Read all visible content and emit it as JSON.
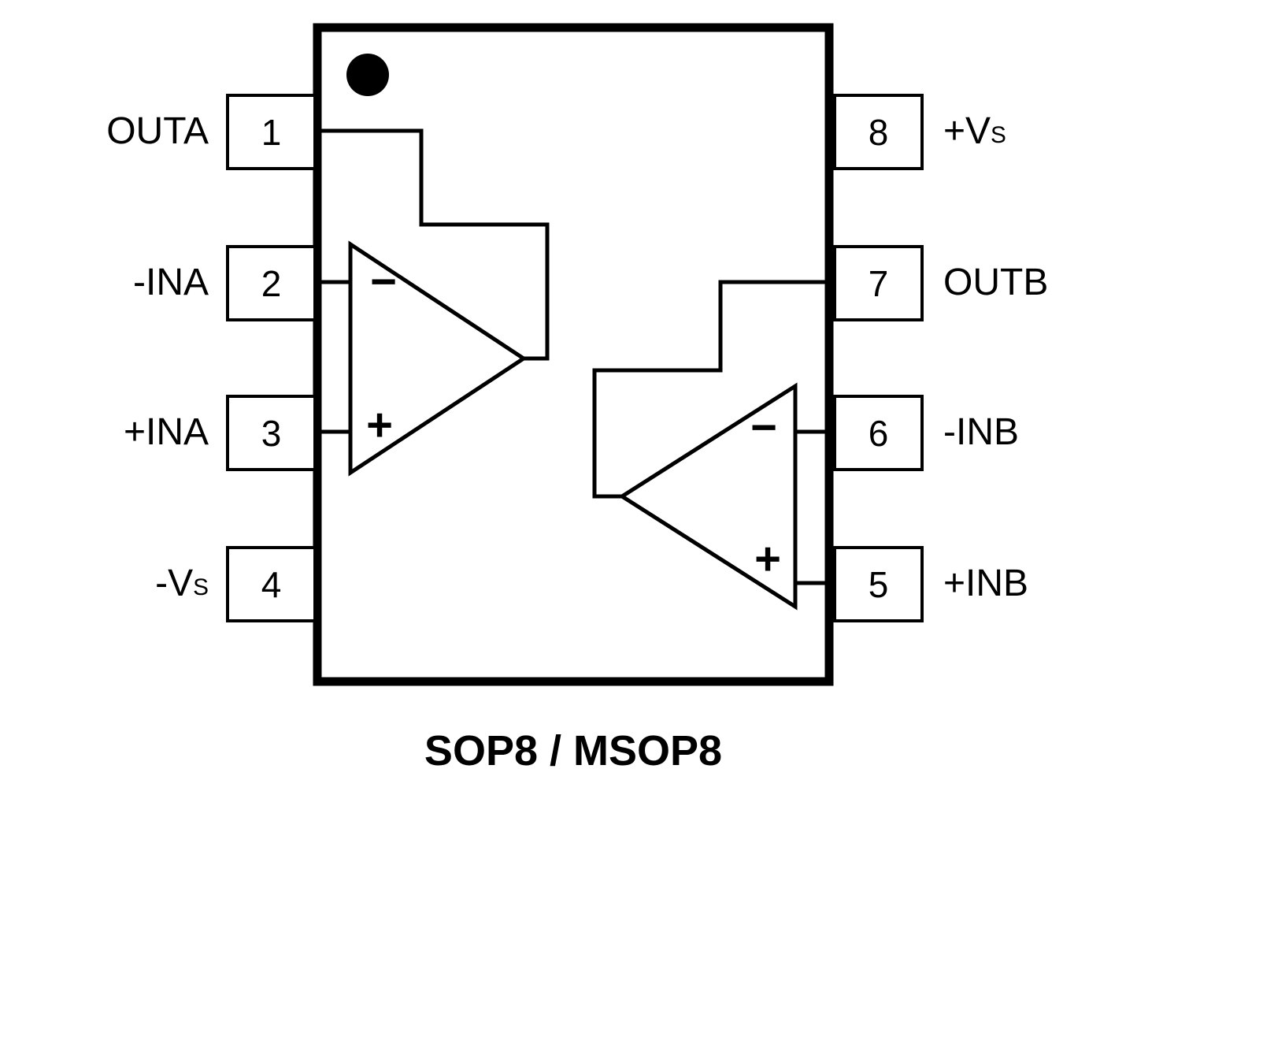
{
  "title": "SOP8 / MSOP8",
  "package": {
    "left_pins": [
      {
        "number": "1",
        "name": "OUTA",
        "sub": ""
      },
      {
        "number": "2",
        "name": "-INA",
        "sub": ""
      },
      {
        "number": "3",
        "name": "+INA",
        "sub": ""
      },
      {
        "number": "4",
        "name": "-V",
        "sub": "S"
      }
    ],
    "right_pins": [
      {
        "number": "8",
        "name": "+V",
        "sub": "S"
      },
      {
        "number": "7",
        "name": "OUTB",
        "sub": ""
      },
      {
        "number": "6",
        "name": "-INB",
        "sub": ""
      },
      {
        "number": "5",
        "name": "+INB",
        "sub": ""
      }
    ]
  },
  "opamp_a": {
    "inverting_sign": "−",
    "noninverting_sign": "+"
  },
  "opamp_b": {
    "inverting_sign": "−",
    "noninverting_sign": "+"
  },
  "colors": {
    "line": "#000000",
    "background": "#ffffff"
  }
}
